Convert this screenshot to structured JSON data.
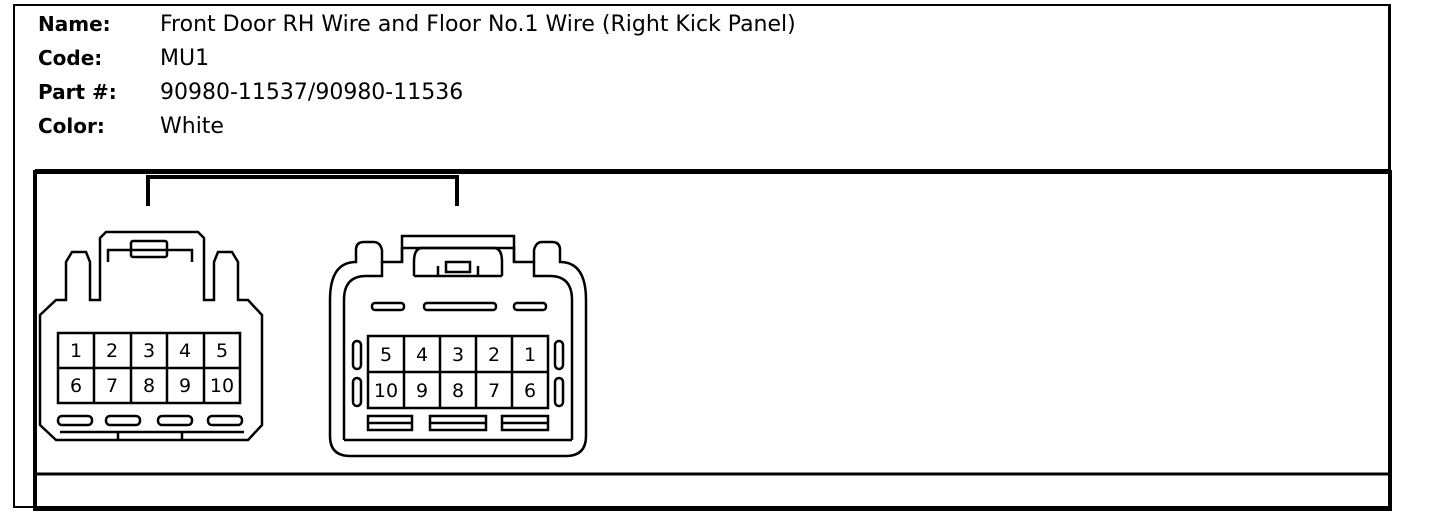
{
  "info": {
    "name_label": "Name:",
    "name_value": "Front Door RH Wire and Floor No.1 Wire (Right Kick Panel)",
    "code_label": "Code:",
    "code_value": "MU1",
    "part_label": "Part #:",
    "part_value": "90980-11537/90980-11536",
    "color_label": "Color:",
    "color_value": "White"
  },
  "connectors": {
    "left_pins": [
      "1",
      "2",
      "3",
      "4",
      "5",
      "6",
      "7",
      "8",
      "9",
      "10"
    ],
    "right_pins": [
      "5",
      "4",
      "3",
      "2",
      "1",
      "10",
      "9",
      "8",
      "7",
      "6"
    ]
  }
}
